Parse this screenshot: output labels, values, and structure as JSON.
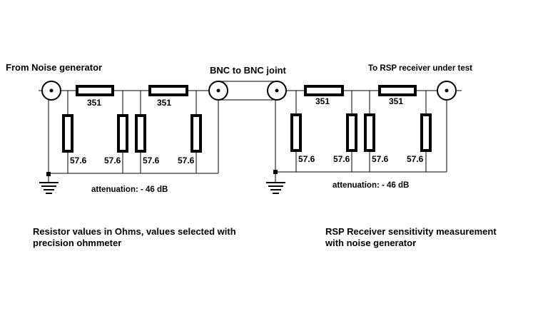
{
  "labels": {
    "source": "From Noise generator",
    "joint": "BNC to BNC joint",
    "destination": "To RSP receiver under test",
    "attenuation_left": "attenuation: - 46 dB",
    "attenuation_right": "attenuation: - 46 dB",
    "note_left_line1": "Resistor values in Ohms, values selected with",
    "note_left_line2": "precision ohmmeter",
    "note_right_line1": "RSP Receiver sensitivity measurement",
    "note_right_line2": "with noise generator"
  },
  "resistors": {
    "series_value": "351",
    "shunt_value": "57.6"
  }
}
